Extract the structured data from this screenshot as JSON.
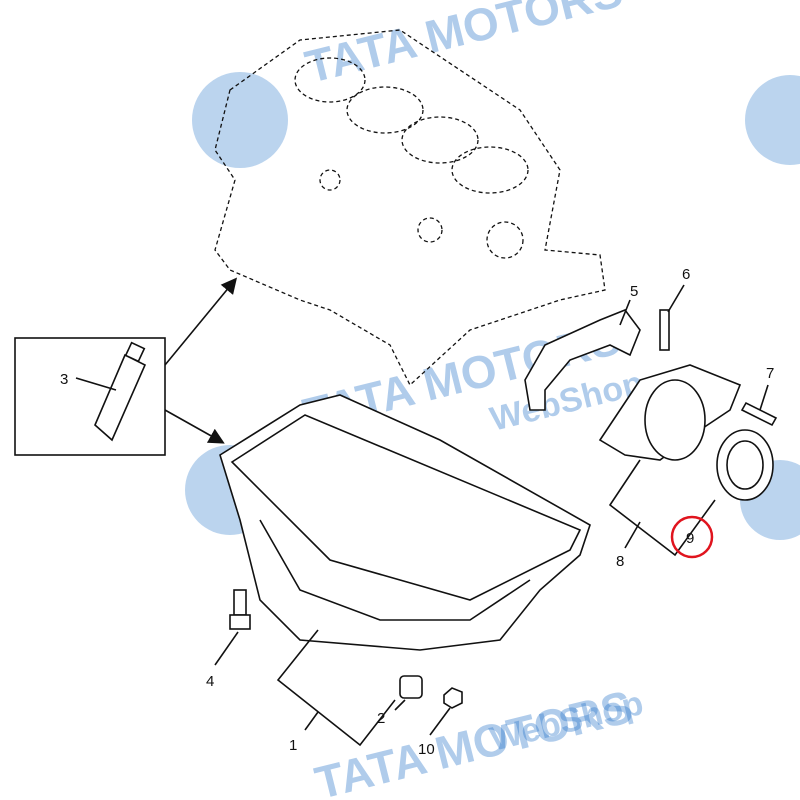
{
  "diagram": {
    "callouts": [
      {
        "id": "1",
        "label": "1"
      },
      {
        "id": "2",
        "label": "2"
      },
      {
        "id": "3",
        "label": "3"
      },
      {
        "id": "4",
        "label": "4"
      },
      {
        "id": "5",
        "label": "5"
      },
      {
        "id": "6",
        "label": "6"
      },
      {
        "id": "7",
        "label": "7"
      },
      {
        "id": "8",
        "label": "8"
      },
      {
        "id": "9",
        "label": "9"
      },
      {
        "id": "10",
        "label": "10"
      }
    ],
    "highlighted_callout": "9",
    "highlight_color": "#e0141e"
  },
  "watermark": {
    "brand": "TATA MOTORS",
    "sub": "WebShop",
    "color": "#1f6fc8"
  }
}
